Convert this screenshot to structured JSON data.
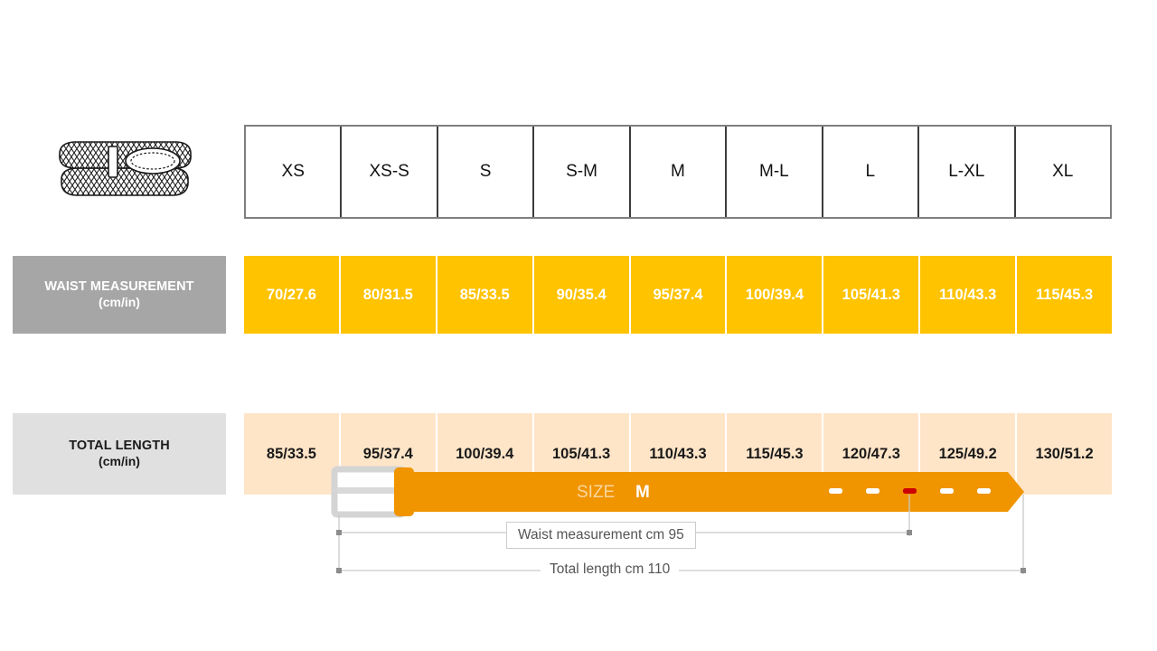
{
  "product": {
    "icon": "braided-belt-illustration",
    "alt": "Braided belt coiled with buckle"
  },
  "table": {
    "sizes": [
      "XS",
      "XS-S",
      "S",
      "S-M",
      "M",
      "M-L",
      "L",
      "L-XL",
      "XL"
    ],
    "rows": [
      {
        "label_main": "WAIST MEASUREMENT",
        "label_sub": "(cm/in)",
        "values": [
          "70/27.6",
          "80/31.5",
          "85/33.5",
          "90/35.4",
          "95/37.4",
          "100/39.4",
          "105/41.3",
          "110/43.3",
          "115/45.3"
        ]
      },
      {
        "label_main": "TOTAL LENGTH",
        "label_sub": "(cm/in)",
        "values": [
          "85/33.5",
          "95/37.4",
          "100/39.4",
          "105/41.3",
          "110/43.3",
          "115/45.3",
          "120/47.3",
          "125/49.2",
          "130/51.2"
        ]
      }
    ]
  },
  "diagram": {
    "size_prefix": "SIZE",
    "size_value": "M",
    "waist_label": "Waist measurement cm 95",
    "total_label": "Total length cm 110",
    "holes_total": 5,
    "active_hole_index": 2
  },
  "colors": {
    "waist_row_bg": "#FFC300",
    "total_row_bg": "#FFE5C8",
    "waist_label_bg": "#A6A6A6",
    "total_label_bg": "#E0E0E0",
    "belt_orange": "#F09400",
    "belt_buckle": "#D9D9D9",
    "active_hole": "#CC0000",
    "header_border": "#3C3C3C"
  }
}
